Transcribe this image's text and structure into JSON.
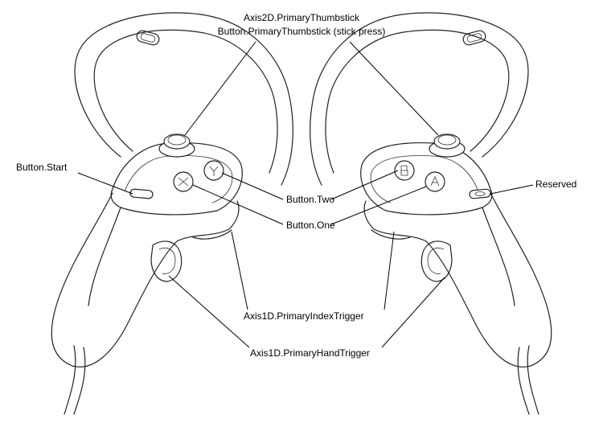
{
  "labels": {
    "thumbstick_axis": "Axis2D.PrimaryThumbstick",
    "thumbstick_press": "Button.PrimaryThumbstick (stick press)",
    "button_start": "Button.Start",
    "button_two": "Button.Two",
    "button_one": "Button.One",
    "reserved": "Reserved",
    "index_trigger": "Axis1D.PrimaryIndexTrigger",
    "hand_trigger": "Axis1D.PrimaryHandTrigger"
  },
  "colors": {
    "line": "#222222",
    "background": "#ffffff"
  }
}
